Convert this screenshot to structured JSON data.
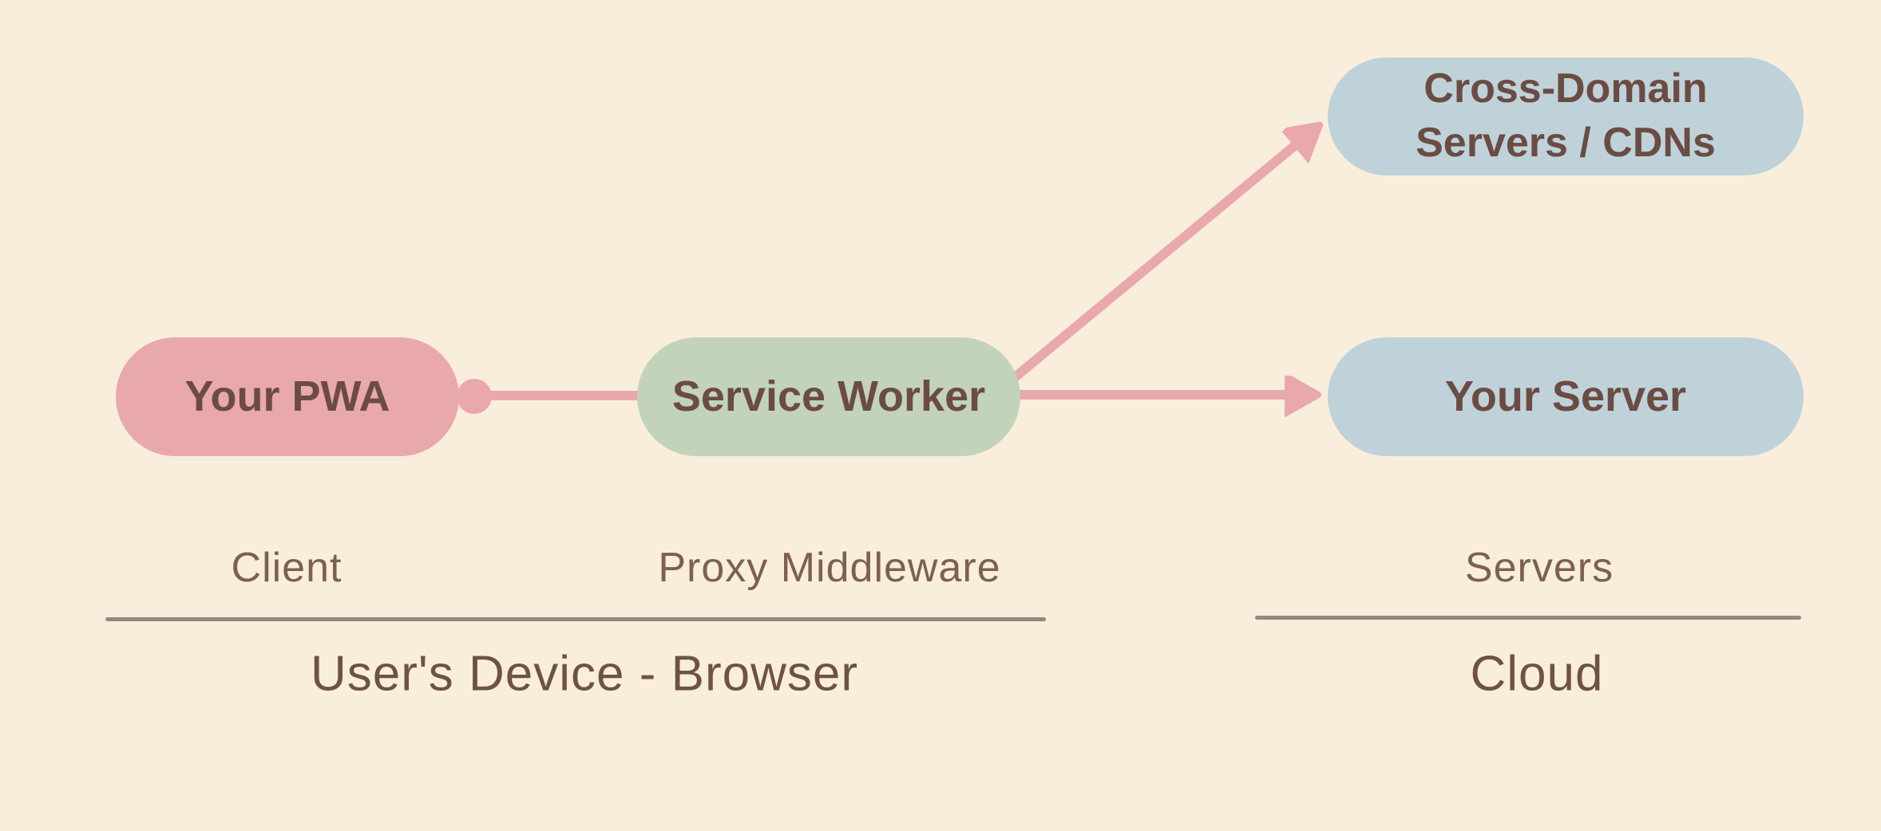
{
  "colors": {
    "bg": "#f8eedb",
    "pink": "#e9a8ab",
    "green": "#c2d3b9",
    "blue": "#bfd2da",
    "pill_text": "#6b4c43",
    "label_text": "#7d5f53",
    "title_text": "#6f5146",
    "divider": "#94877e"
  },
  "nodes": {
    "your_pwa": {
      "label": "Your PWA"
    },
    "service_worker": {
      "label": "Service Worker"
    },
    "cross_domain": {
      "label": "Cross-Domain Servers / CDNs"
    },
    "your_server": {
      "label": "Your Server"
    }
  },
  "zones": {
    "client": {
      "label": "Client"
    },
    "proxy": {
      "label": "Proxy Middleware"
    },
    "servers": {
      "label": "Servers"
    },
    "device_title": "User's Device - Browser",
    "cloud_title": "Cloud"
  }
}
